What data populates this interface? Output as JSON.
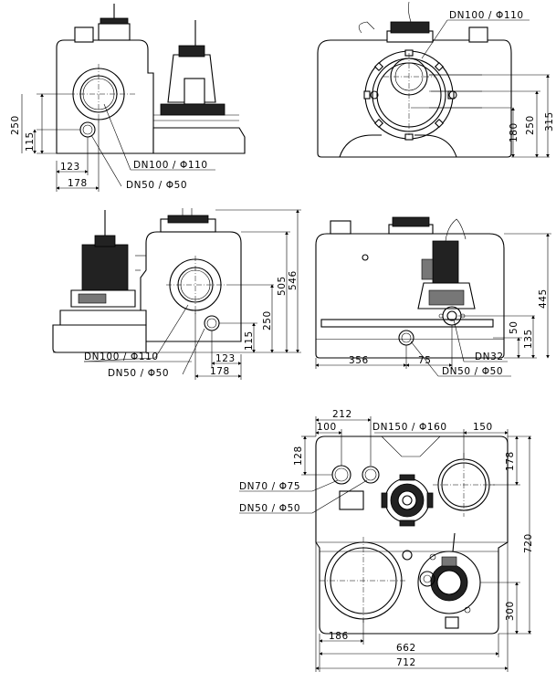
{
  "views": {
    "side_left": {
      "callout_inlet": "DN100 / Φ110",
      "callout_vent": "DN50 / Φ50",
      "dims": {
        "height_total": "250",
        "height_vent": "115",
        "width_vent": "123",
        "width_inlet": "178"
      }
    },
    "front_top": {
      "callout_inlet": "DN100 / Φ110",
      "dims": {
        "h1": "180",
        "h2": "250",
        "h3": "315"
      }
    },
    "side_right": {
      "callout_inlet": "DN100 / Φ110",
      "callout_vent": "DN50 / Φ50",
      "dims": {
        "h_vent": "115",
        "h_inlet": "250",
        "h_body": "505",
        "h_total": "546",
        "w_vent": "123",
        "w_inlet": "178"
      }
    },
    "rear": {
      "callout_discharge": "DN32",
      "callout_vent": "DN50 / Φ50",
      "dims": {
        "h_total": "445",
        "h_dis": "135",
        "h_vent": "50",
        "w_vent": "356",
        "w_dis": "75"
      }
    },
    "top": {
      "callout_big_inlet": "DN150 / Φ160",
      "callout_vent70": "DN70 / Φ75",
      "callout_vent50": "DN50 / Φ50",
      "dims": {
        "w212": "212",
        "w100": "100",
        "w150": "150",
        "h128": "128",
        "h178": "178",
        "h720": "720",
        "h300": "300",
        "w186": "186",
        "w662": "662",
        "w712": "712"
      }
    }
  }
}
